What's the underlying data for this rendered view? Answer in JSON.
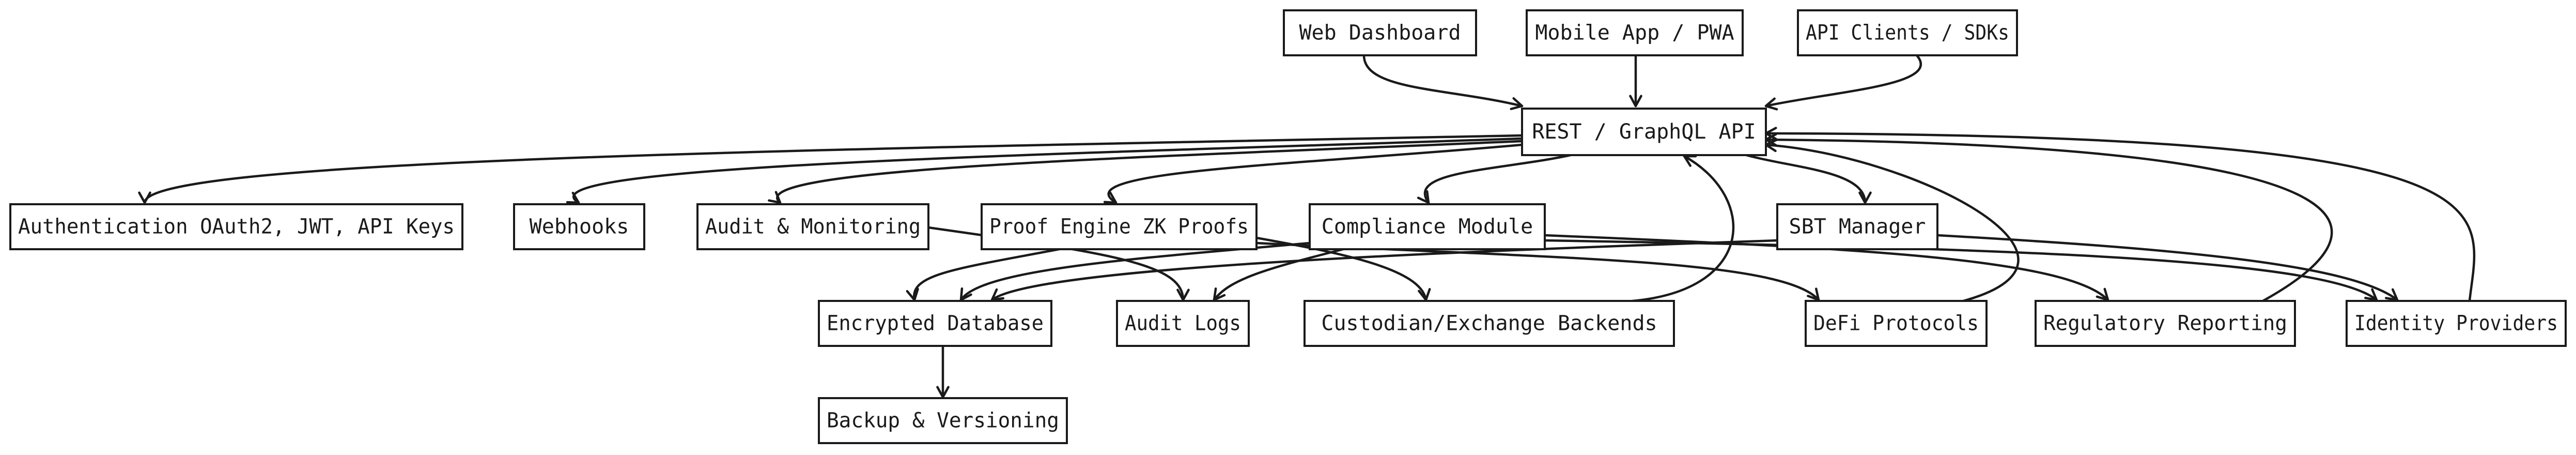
{
  "nodes": {
    "web_dashboard": "Web Dashboard",
    "mobile_app": "Mobile App / PWA",
    "api_clients": "API Clients / SDKs",
    "api": "REST / GraphQL API",
    "auth": "Authentication OAuth2, JWT, API Keys",
    "webhooks": "Webhooks",
    "audit_monitoring": "Audit & Monitoring",
    "proof_engine": "Proof Engine ZK Proofs",
    "compliance": "Compliance Module",
    "sbt_manager": "SBT Manager",
    "encrypted_db": "Encrypted Database",
    "audit_logs": "Audit Logs",
    "custodian": "Custodian/Exchange Backends",
    "defi": "DeFi Protocols",
    "regulatory": "Regulatory Reporting",
    "identity": "Identity Providers",
    "backup": "Backup & Versioning"
  },
  "edges": [
    {
      "from": "web_dashboard",
      "to": "api"
    },
    {
      "from": "mobile_app",
      "to": "api"
    },
    {
      "from": "api_clients",
      "to": "api"
    },
    {
      "from": "api",
      "to": "auth"
    },
    {
      "from": "api",
      "to": "webhooks"
    },
    {
      "from": "api",
      "to": "audit_monitoring"
    },
    {
      "from": "api",
      "to": "proof_engine"
    },
    {
      "from": "api",
      "to": "compliance"
    },
    {
      "from": "api",
      "to": "sbt_manager"
    },
    {
      "from": "audit_monitoring",
      "to": "audit_logs"
    },
    {
      "from": "proof_engine",
      "to": "encrypted_db"
    },
    {
      "from": "proof_engine",
      "to": "custodian"
    },
    {
      "from": "proof_engine",
      "to": "defi"
    },
    {
      "from": "compliance",
      "to": "encrypted_db"
    },
    {
      "from": "compliance",
      "to": "audit_logs"
    },
    {
      "from": "compliance",
      "to": "regulatory"
    },
    {
      "from": "compliance",
      "to": "identity"
    },
    {
      "from": "sbt_manager",
      "to": "encrypted_db"
    },
    {
      "from": "sbt_manager",
      "to": "identity"
    },
    {
      "from": "encrypted_db",
      "to": "backup"
    },
    {
      "from": "custodian",
      "to": "api"
    },
    {
      "from": "defi",
      "to": "api"
    },
    {
      "from": "regulatory",
      "to": "api"
    },
    {
      "from": "identity",
      "to": "api"
    }
  ]
}
